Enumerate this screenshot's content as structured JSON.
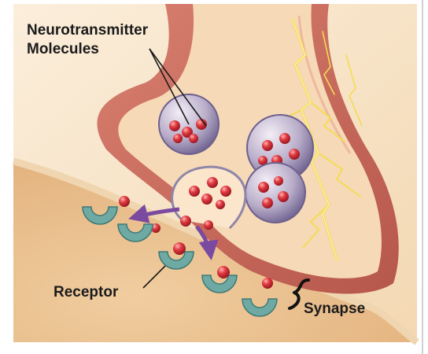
{
  "labels": {
    "neurotransmitter_line1": "Neurotransmitter",
    "neurotransmitter_line2": "Molecules",
    "receptor": "Receptor",
    "synapse": "Synapse"
  },
  "colors": {
    "background": "#f6dfbd",
    "terminal_outer": "#c9695a",
    "terminal_inner": "#f6d9b7",
    "postsynaptic": "#eec596",
    "membrane_edge": "#e6c79c",
    "receptor": "#6fa9a4",
    "molecule": "#d6303a",
    "vesicle": "#9c90b2",
    "arrow": "#7a4aa0",
    "lightning": "#f7e36b"
  }
}
